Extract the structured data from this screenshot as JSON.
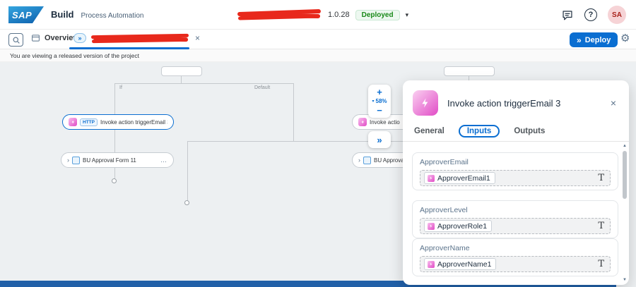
{
  "icons": {
    "close": "×",
    "chevron_down": "▾",
    "zoom_chevron": "▾",
    "overflow": "…",
    "chevron_right": "›",
    "double_chevron": "»",
    "gear": "⚙",
    "help": "?",
    "plus": "+",
    "minus": "−",
    "text_mode": "T",
    "scroll_up": "▲",
    "scroll_down": "▼"
  },
  "header": {
    "logo": "SAP",
    "product": "Build",
    "subtitle": "Process Automation",
    "version": "1.0.28",
    "status": "Deployed",
    "avatar": "SA"
  },
  "tabbar": {
    "overview": "Overview",
    "deploy": "Deploy"
  },
  "banner": {
    "text": "You are viewing a released version of the project"
  },
  "canvas": {
    "branch_if": "If",
    "branch_default": "Default",
    "http_tag": "HTTP",
    "invoke_node": "Invoke action triggerEmail 3",
    "form_node": "BU Approval Form 11",
    "invoke_node_partial": "Invoke actio",
    "form_node_partial": "BU Approval",
    "zoom_level": "58%"
  },
  "panel": {
    "title": "Invoke action triggerEmail 3",
    "tabs": [
      {
        "label": "General"
      },
      {
        "label": "Inputs"
      },
      {
        "label": "Outputs"
      }
    ],
    "fields": [
      {
        "label": "ApproverEmail",
        "value": "ApproverEmail1"
      },
      {
        "label": "ApproverLevel",
        "value": "ApproverRole1"
      },
      {
        "label": "ApproverName",
        "value": "ApproverName1"
      }
    ]
  }
}
